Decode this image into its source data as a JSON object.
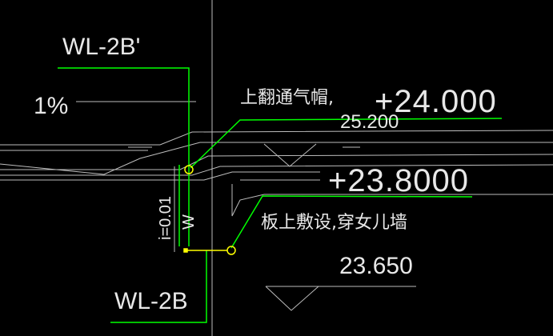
{
  "labels": {
    "pipe_upper": "WL-2B'",
    "pipe_lower": "WL-2B",
    "slope_roof": "1%",
    "slope_pipe": "i=0.01",
    "pipe_code_vertical": "W",
    "note_vent_cap": "上翻通气帽,",
    "note_laying": "板上敷设,穿女儿墙",
    "elev_parapet": "+24.000",
    "elev_top": "25.200",
    "elev_roof": "+23.8000",
    "elev_lower": "23.650"
  },
  "colors": {
    "background": "#000000",
    "text": "#e8e8e8",
    "leader": "#00ff00",
    "wall_line": "#bdbdbd",
    "pipe_marker": "#ffff00"
  }
}
